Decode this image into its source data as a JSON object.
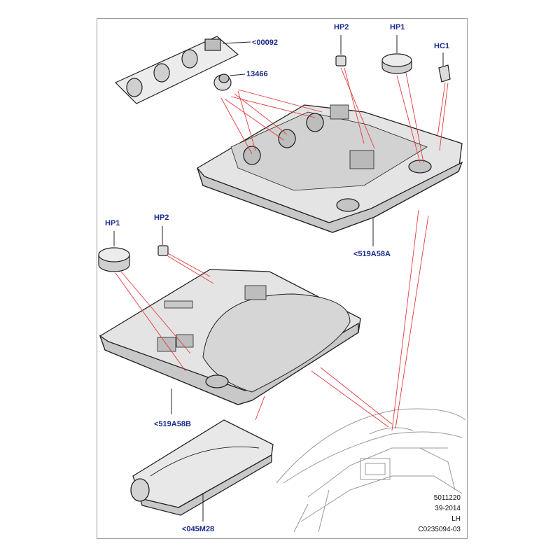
{
  "callouts": {
    "c00092": "<00092",
    "c13466": "13466",
    "hp2_top": "HP2",
    "hp1_top": "HP1",
    "hc1": "HC1",
    "c519a58a": "<519A58A",
    "hp1_mid": "HP1",
    "hp2_mid": "HP2",
    "c519a58b": "<519A58B",
    "c045m28": "<045M28"
  },
  "meta": {
    "line1": "5011220",
    "line2": "39-2014",
    "line3": "LH",
    "line4": "C0235094-03"
  },
  "colors": {
    "callout_text": "#1a2a8a",
    "leader_red": "#e23b3b",
    "outline": "#222222"
  }
}
